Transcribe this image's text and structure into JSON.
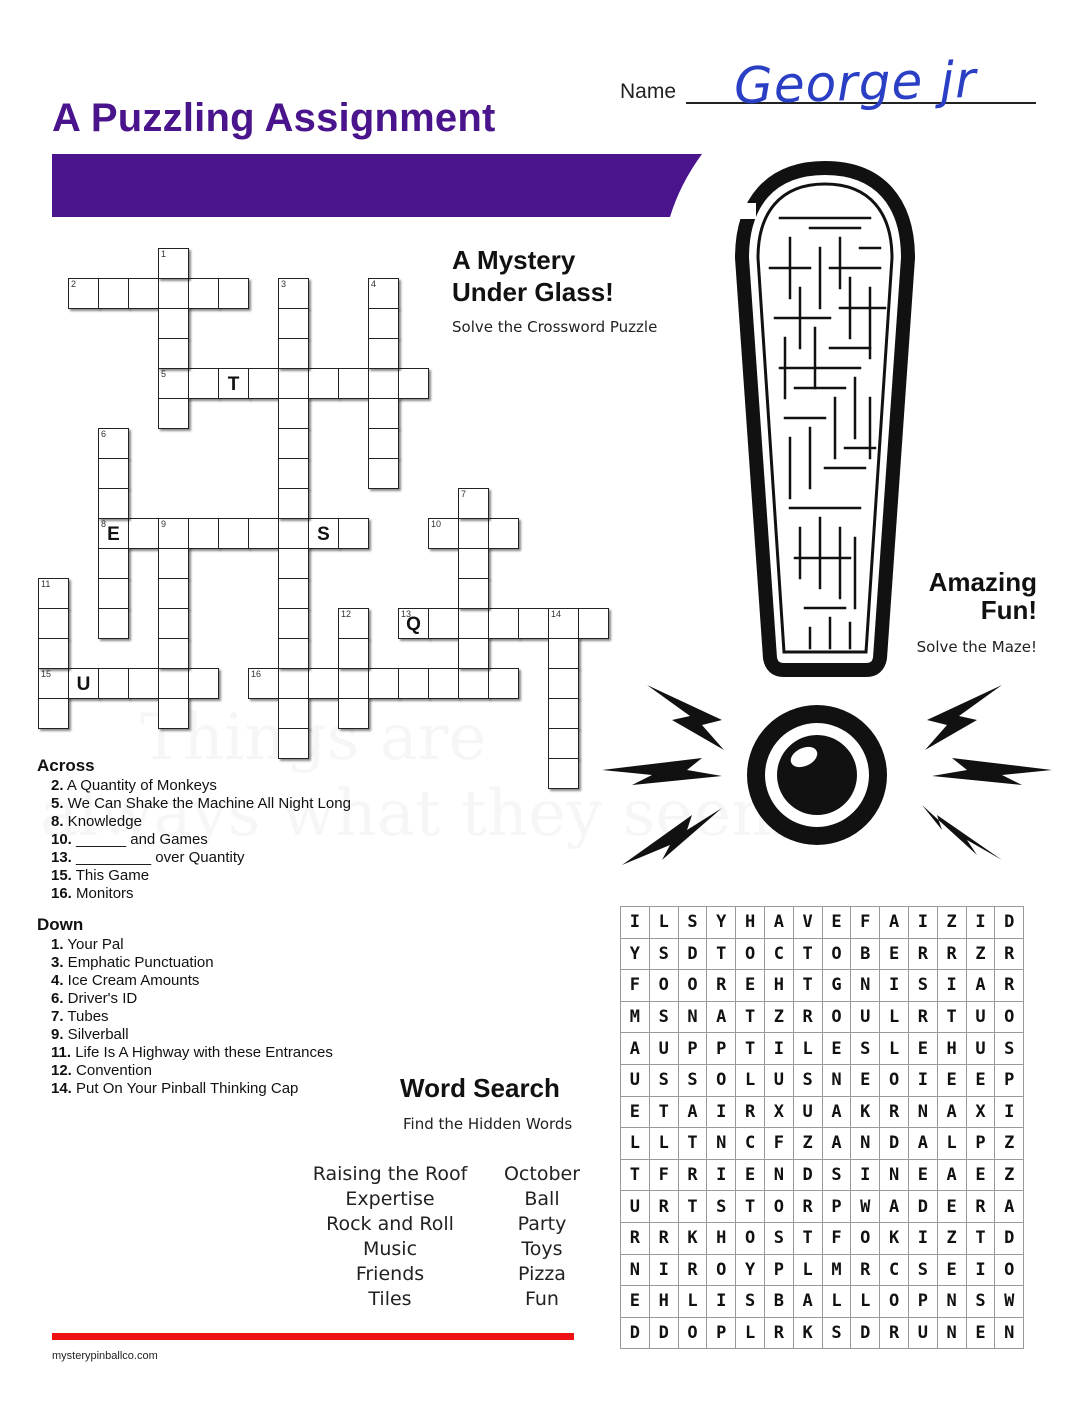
{
  "header": {
    "title": "A Puzzling Assignment",
    "name_label": "Name",
    "name_value": "George jr",
    "accent": "#4a148c"
  },
  "crossword": {
    "heading_line1": "A Mystery",
    "heading_line2": "Under Glass!",
    "subheading": "Solve the Crossword Puzzle",
    "numbered_cells": [
      {
        "col": 4,
        "row": 0,
        "num": "1"
      },
      {
        "col": 1,
        "row": 1,
        "num": "2"
      },
      {
        "col": 8,
        "row": 1,
        "num": "3"
      },
      {
        "col": 11,
        "row": 1,
        "num": "4"
      },
      {
        "col": 4,
        "row": 4,
        "num": "5"
      },
      {
        "col": 2,
        "row": 6,
        "num": "6"
      },
      {
        "col": 14,
        "row": 8,
        "num": "7"
      },
      {
        "col": 2,
        "row": 9,
        "num": "8"
      },
      {
        "col": 4,
        "row": 9,
        "num": "9"
      },
      {
        "col": 13,
        "row": 9,
        "num": "10"
      },
      {
        "col": 0,
        "row": 11,
        "num": "11"
      },
      {
        "col": 10,
        "row": 12,
        "num": "12"
      },
      {
        "col": 12,
        "row": 12,
        "num": "13"
      },
      {
        "col": 17,
        "row": 12,
        "num": "14"
      },
      {
        "col": 0,
        "row": 14,
        "num": "15"
      },
      {
        "col": 7,
        "row": 14,
        "num": "16"
      }
    ],
    "filled_letters": [
      {
        "col": 6,
        "row": 4,
        "letter": "T"
      },
      {
        "col": 2,
        "row": 9,
        "letter": "E"
      },
      {
        "col": 9,
        "row": 9,
        "letter": "S"
      },
      {
        "col": 12,
        "row": 12,
        "letter": "Q"
      },
      {
        "col": 1,
        "row": 14,
        "letter": "U"
      }
    ]
  },
  "clues": {
    "across_heading": "Across",
    "across": [
      {
        "num": "2.",
        "text": "A Quantity of Monkeys"
      },
      {
        "num": "5.",
        "text": "We Can Shake the Machine All Night Long"
      },
      {
        "num": "8.",
        "text": "Knowledge"
      },
      {
        "num": "10.",
        "text": "______ and Games"
      },
      {
        "num": "13.",
        "text": "_________ over Quantity"
      },
      {
        "num": "15.",
        "text": "This Game"
      },
      {
        "num": "16.",
        "text": "Monitors"
      }
    ],
    "down_heading": "Down",
    "down": [
      {
        "num": "1.",
        "text": "Your Pal"
      },
      {
        "num": "3.",
        "text": "Emphatic Punctuation"
      },
      {
        "num": "4.",
        "text": "Ice Cream Amounts"
      },
      {
        "num": "6.",
        "text": "Driver's ID"
      },
      {
        "num": "7.",
        "text": "Tubes"
      },
      {
        "num": "9.",
        "text": "Silverball"
      },
      {
        "num": "11.",
        "text": "Life Is A Highway with these Entrances"
      },
      {
        "num": "12.",
        "text": "Convention"
      },
      {
        "num": "14.",
        "text": "Put On Your Pinball Thinking Cap"
      }
    ]
  },
  "maze": {
    "heading_line1": "Amazing",
    "heading_line2": "Fun!",
    "subheading": "Solve the Maze!"
  },
  "word_search": {
    "heading": "Word Search",
    "subheading": "Find the Hidden Words",
    "words_left": [
      "Raising the Roof",
      "Expertise",
      "Rock and Roll",
      "Music",
      "Friends",
      "Tiles"
    ],
    "words_right": [
      "October",
      "Ball",
      "Party",
      "Toys",
      "Pizza",
      "Fun"
    ],
    "grid": [
      "ILSYHAVEFAIZID",
      "YSDTOCTOBERRZR",
      "FOOREHTGNISIAR",
      "MSNATZROULRTUO",
      "AUPPTILESLEHUS",
      "USSOLUSNEOIEEP",
      "ETAIRXUAKRNAXI",
      "LLTNCFZANDALPZ",
      "TFRIENDSINEAEZ",
      "URTSTORPWADERA",
      "RRKHOSTFOKIZTD",
      "NIROYPLMRCSEIO",
      "EHLISBALLOPNSW",
      "DDOPLRKSDRUNEN"
    ]
  },
  "footer": {
    "url": "mysterypinballco.com"
  },
  "watermark": {
    "line1": "Things are",
    "line2": "always what they seem"
  }
}
